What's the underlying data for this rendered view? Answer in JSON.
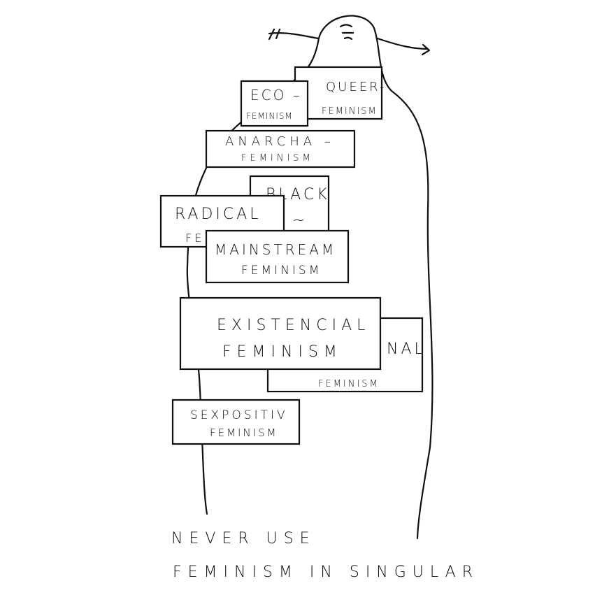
{
  "labels": {
    "eco": {
      "top": "ECO –",
      "bottom": "FEMINISM"
    },
    "queer": {
      "top": "QUEER-",
      "bottom": "FEMINISM"
    },
    "anarcha": {
      "top": "ANARCHA –",
      "bottom": "FEMINISM"
    },
    "black": {
      "top": "BLACK",
      "bottom": "~"
    },
    "radical": {
      "top": "RADICAL",
      "bottom": "FE"
    },
    "mainstream": {
      "top": "MAINSTREAM",
      "bottom": "FEMINISM"
    },
    "existencial": {
      "top": "EXISTENCIAL",
      "bottom": "FEMINISM"
    },
    "nal": {
      "top": "NAL",
      "bottom": "FEMINISM"
    },
    "sexpositiv": {
      "top": "SEXPOSITIV",
      "bottom": "FEMINISM"
    }
  },
  "caption": {
    "line1": "NEVER USE",
    "line2": "FEMINISM IN SINGULAR"
  }
}
